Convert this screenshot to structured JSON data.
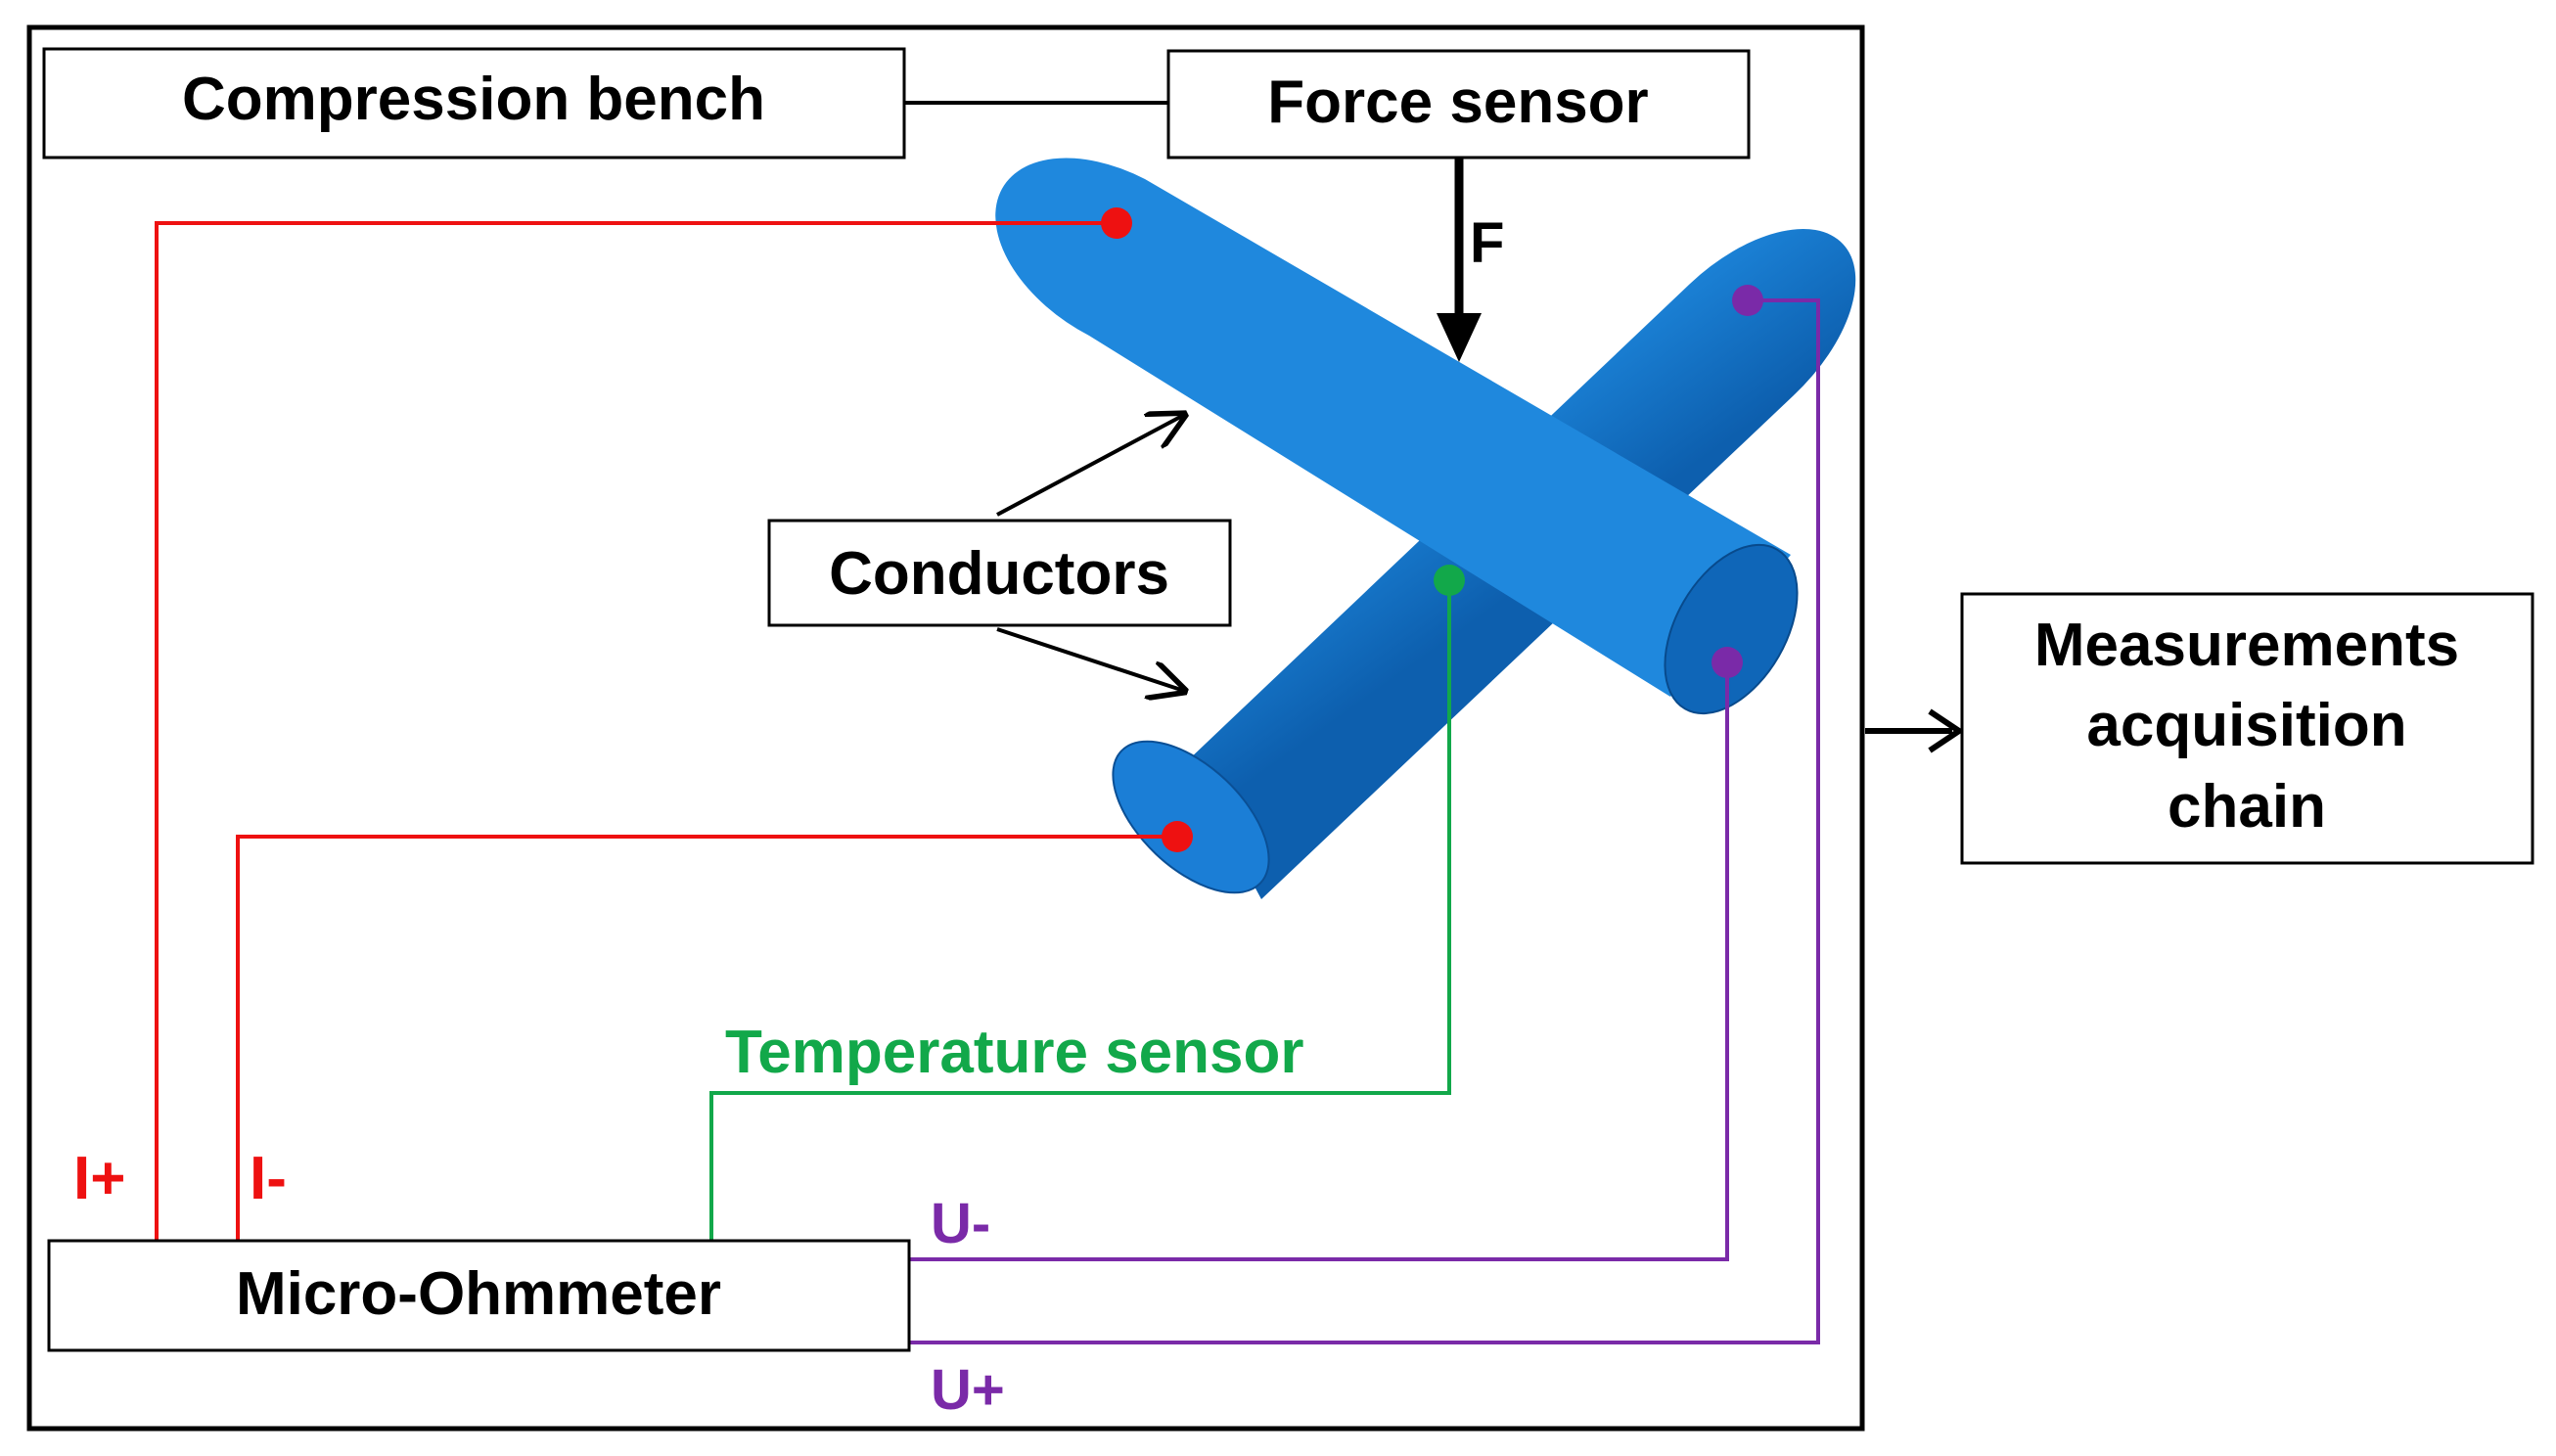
{
  "labels": {
    "compression_bench": "Compression bench",
    "force_sensor": "Force sensor",
    "force": "F",
    "conductors": "Conductors",
    "measurements_line1": "Measurements",
    "measurements_line2": "acquisition",
    "measurements_line3": "chain",
    "temperature_sensor": "Temperature sensor",
    "micro_ohmmeter": "Micro-Ohmmeter",
    "i_plus": "I+",
    "i_minus": "I-",
    "u_minus": "U-",
    "u_plus": "U+"
  },
  "colors": {
    "current_wire": "#ee1111",
    "voltage_wire": "#7a2aa8",
    "temperature_wire": "#12a84a",
    "conductor_fill": "#1a7fd4",
    "conductor_dark": "#0b5fae",
    "outline": "#000000"
  }
}
